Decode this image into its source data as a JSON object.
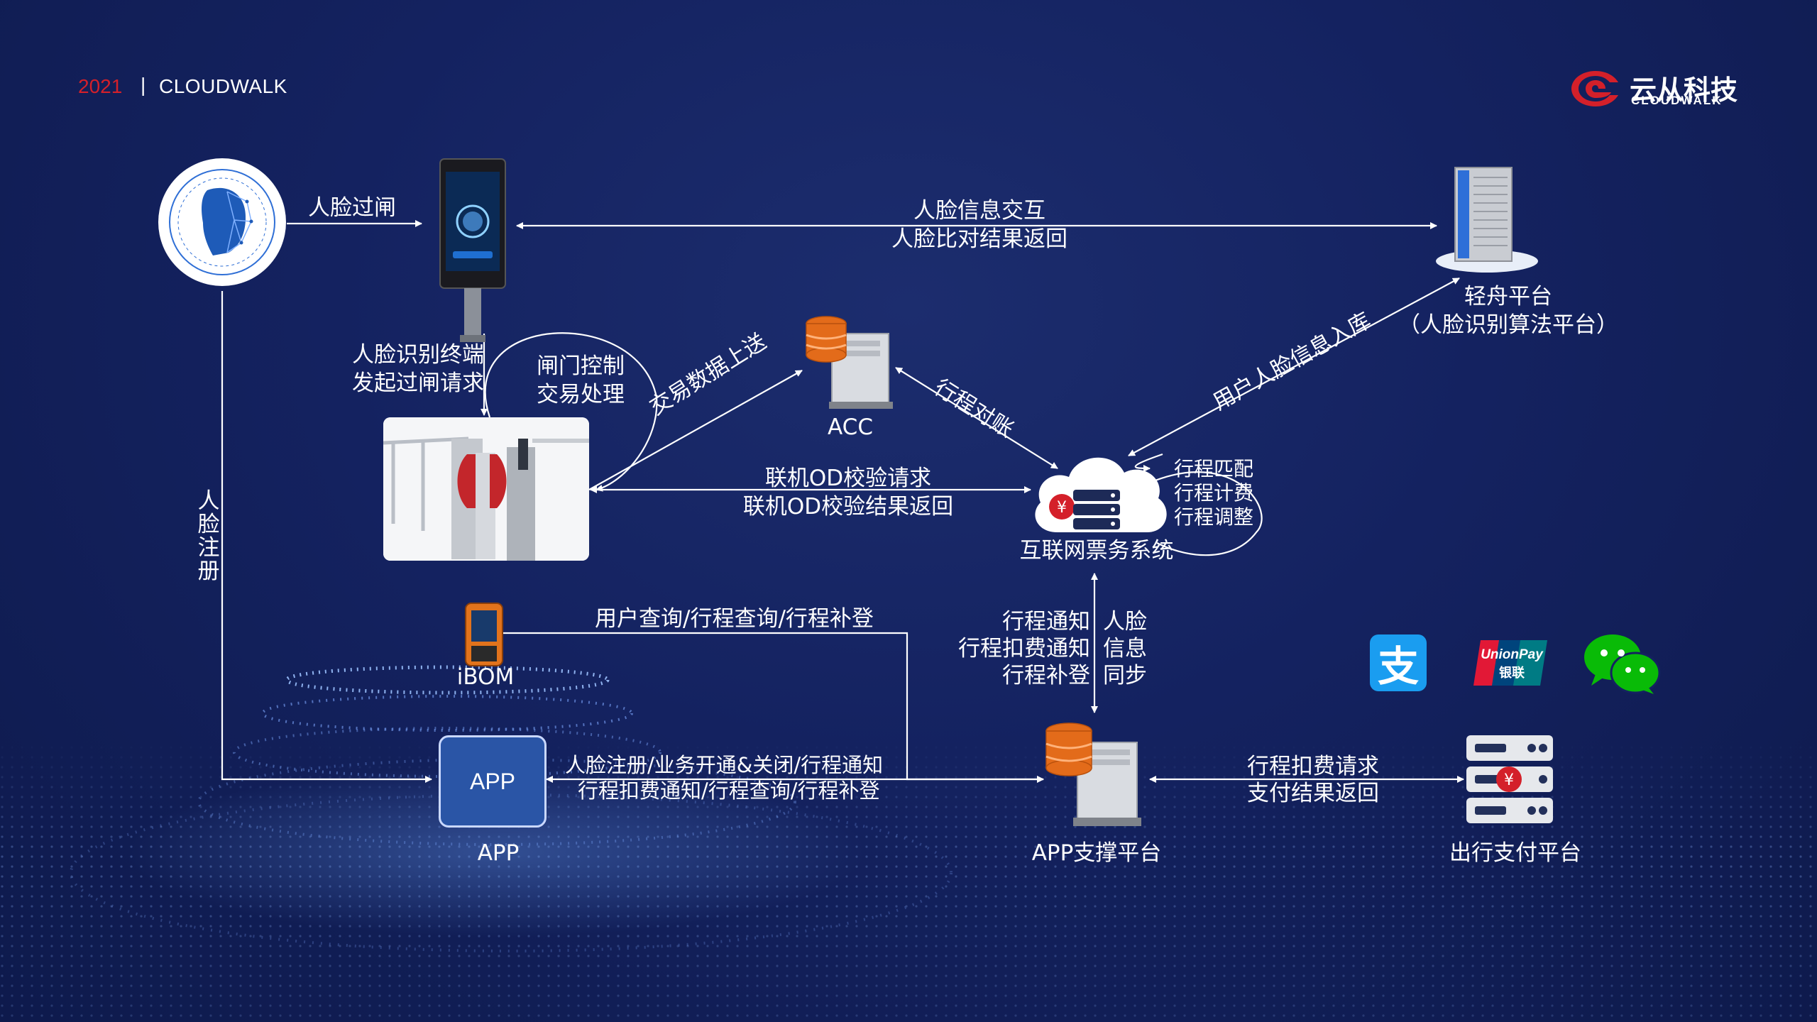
{
  "header": {
    "year": "2021",
    "separator": "|",
    "brand": "CLOUDWALK"
  },
  "logo": {
    "cn": "云从科技",
    "en": "CLOUDWALK"
  },
  "colors": {
    "background": "#142260",
    "accent_red": "#d4202a",
    "app_blue": "#2a55a6",
    "line": "#ffffff"
  },
  "labels": {
    "face_gate": "人脸过闸",
    "face_info_exchange": "人脸信息交互",
    "face_compare_return": "人脸比对结果返回",
    "qingzhou_platform": "轻舟平台",
    "qingzhou_sub": "（人脸识别算法平台）",
    "terminal_line1": "人脸识别终端",
    "terminal_line2": "发起过闸请求",
    "gate_line1": "闸门控制",
    "gate_line2": "交易处理",
    "trade_upload": "交易数据上送",
    "acc": "ACC",
    "reconcile": "行程对账",
    "user_face_store": "用户人脸信息入库",
    "od_request": "联机OD校验请求",
    "od_return": "联机OD校验结果返回",
    "trip_match": "行程匹配",
    "trip_fee": "行程计费",
    "trip_adjust": "行程调整",
    "ticket_system": "互联网票务系统",
    "face_register": "人脸注册",
    "ibom": "iBOM",
    "ibom_query": "用户查询/行程查询/行程补登",
    "notify_trip": "行程通知",
    "notify_fee": "行程扣费通知",
    "notify_supplement": "行程补登",
    "sync_1": "人脸",
    "sync_2": "信息",
    "sync_3": "同步",
    "app_box": "APP",
    "app_label": "APP",
    "app_line1": "人脸注册/业务开通&关闭/行程通知",
    "app_line2": "行程扣费通知/行程查询/行程补登",
    "app_support": "APP支撑平台",
    "fee_request": "行程扣费请求",
    "pay_return": "支付结果返回",
    "pay_platform": "出行支付平台"
  },
  "payment_icons": [
    {
      "name": "alipay-icon",
      "glyph": "支"
    },
    {
      "name": "unionpay-icon",
      "line1": "UnionPay",
      "line2": "银联"
    },
    {
      "name": "wechat-pay-icon"
    }
  ]
}
